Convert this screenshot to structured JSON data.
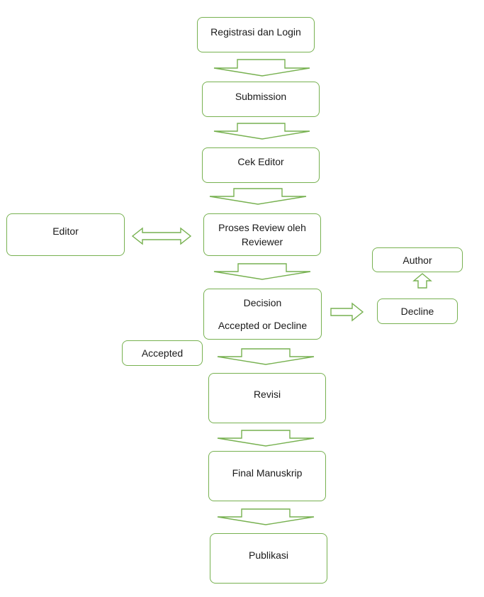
{
  "accent_color": "#77b150",
  "nodes": {
    "registrasi": "Registrasi dan Login",
    "submission": "Submission",
    "cek_editor": "Cek Editor",
    "proses_review": "Proses Review oleh Reviewer",
    "editor": "Editor",
    "decision_title": "Decision",
    "decision_sub": "Accepted or Decline",
    "author": "Author",
    "decline": "Decline",
    "accepted": "Accepted",
    "revisi": "Revisi",
    "final_manuskrip": "Final Manuskrip",
    "publikasi": "Publikasi"
  }
}
